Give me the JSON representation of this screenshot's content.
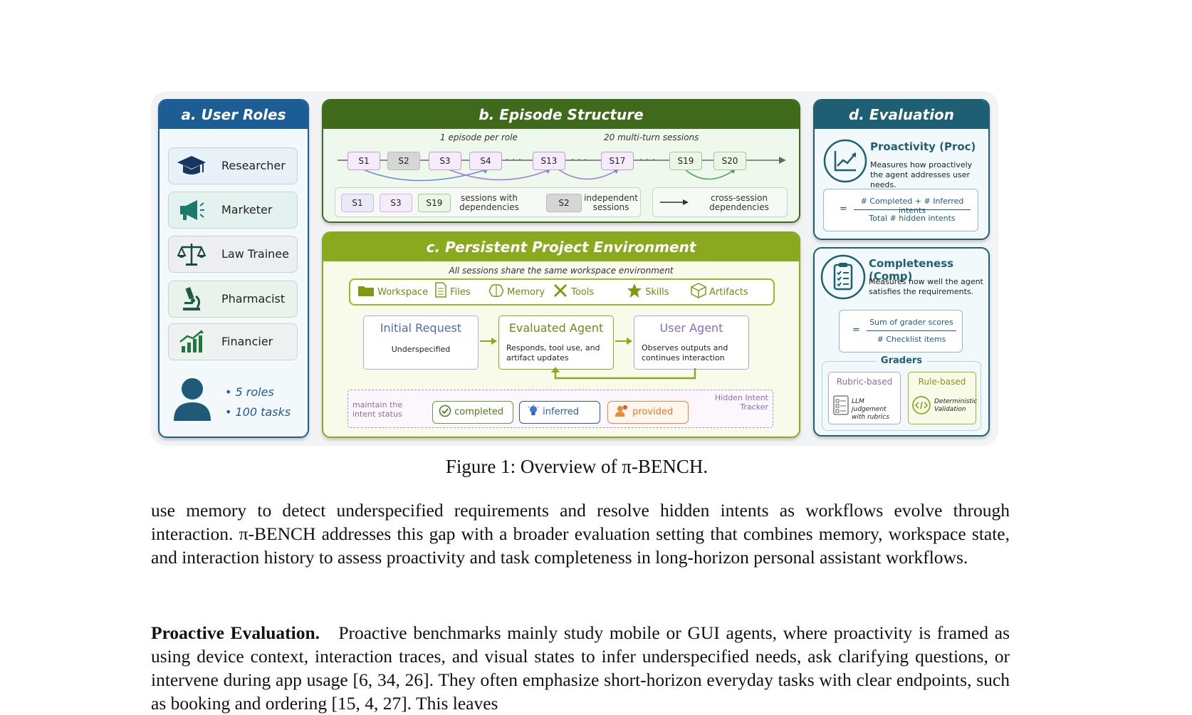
{
  "figure": {
    "user_roles": {
      "header": "a. User Roles",
      "roles": [
        {
          "label": "Researcher",
          "icon": "graduation-cap-icon"
        },
        {
          "label": "Marketer",
          "icon": "megaphone-icon"
        },
        {
          "label": "Law Trainee",
          "icon": "scales-icon"
        },
        {
          "label": "Pharmacist",
          "icon": "microscope-icon"
        },
        {
          "label": "Financier",
          "icon": "growth-chart-icon"
        }
      ],
      "stats": [
        "• 5 roles",
        "• 100 tasks"
      ]
    },
    "episode": {
      "header": "b. Episode Structure",
      "note_left": "1 episode per role",
      "note_right": "20 multi-turn sessions",
      "sessions": [
        "S1",
        "S2",
        "S3",
        "S4",
        "S13",
        "S17",
        "S19",
        "S20"
      ],
      "ellipsis": "· · ·",
      "legend": {
        "dep_sessions": [
          "S1",
          "S3",
          "S19"
        ],
        "dep_label": "sessions with dependencies",
        "indep_session": "S2",
        "indep_label": "independent sessions",
        "cross_label": "cross-session dependencies"
      }
    },
    "environment": {
      "header": "c. Persistent Project Environment",
      "subtitle": "All sessions share the same workspace environment",
      "workspace": [
        "Workspace",
        "Files",
        "Memory",
        "Tools",
        "Skills",
        "Artifacts"
      ],
      "initial": {
        "title": "Initial Request",
        "desc": "Underspecified"
      },
      "evaluated": {
        "title": "Evaluated Agent",
        "desc": "Responds, tool use, and artifact updates"
      },
      "user_agent": {
        "title": "User Agent",
        "desc": "Observes outputs and continues interaction"
      },
      "tracker": {
        "left_note": "maintain the intent status",
        "chips": [
          "completed",
          "inferred",
          "provided"
        ],
        "right_note": "Hidden Intent Tracker"
      }
    },
    "evaluation": {
      "header": "d. Evaluation",
      "proactivity": {
        "title": "Proactivity (Proc)",
        "desc": "Measures how proactively the agent addresses user needs.",
        "eq": "=",
        "numerator": "# Completed + # Inferred intents",
        "denominator": "Total # hidden intents"
      },
      "completeness": {
        "title": "Completeness (Comp)",
        "desc": "Measures how well the agent satisfies the requirements.",
        "eq": "=",
        "numerator": "Sum of grader scores",
        "denominator": "# Checklist items"
      },
      "graders": {
        "title": "Graders",
        "rubric": {
          "title": "Rubric-based",
          "desc": "LLM judgement with rubrics"
        },
        "rule": {
          "title": "Rule-based",
          "desc": "Deterministic Validation"
        }
      }
    },
    "colors": {
      "blue": "#1c5d96",
      "dark_green": "#3f6a1c",
      "olive": "#8aa91f",
      "teal": "#1f5f73",
      "purple": "#9b7ec4",
      "orange": "#e98a3a"
    }
  },
  "caption": "Figure 1: Overview of π-BENCH.",
  "paragraph1": "use memory to detect underspecified requirements and resolve hidden intents as workflows evolve through interaction. π-BENCH addresses this gap with a broader evaluation setting that combines memory, workspace state, and interaction history to assess proactivity and task completeness in long-horizon personal assistant workflows.",
  "paragraph2": {
    "heading": "Proactive Evaluation.",
    "text": "Proactive benchmarks mainly study mobile or GUI agents, where proactivity is framed as using device context, interaction traces, and visual states to infer underspecified needs, ask clarifying questions, or intervene during app usage [6, 34, 26]. They often emphasize short-horizon everyday tasks with clear endpoints, such as booking and ordering [15, 4, 27]. This leaves"
  }
}
